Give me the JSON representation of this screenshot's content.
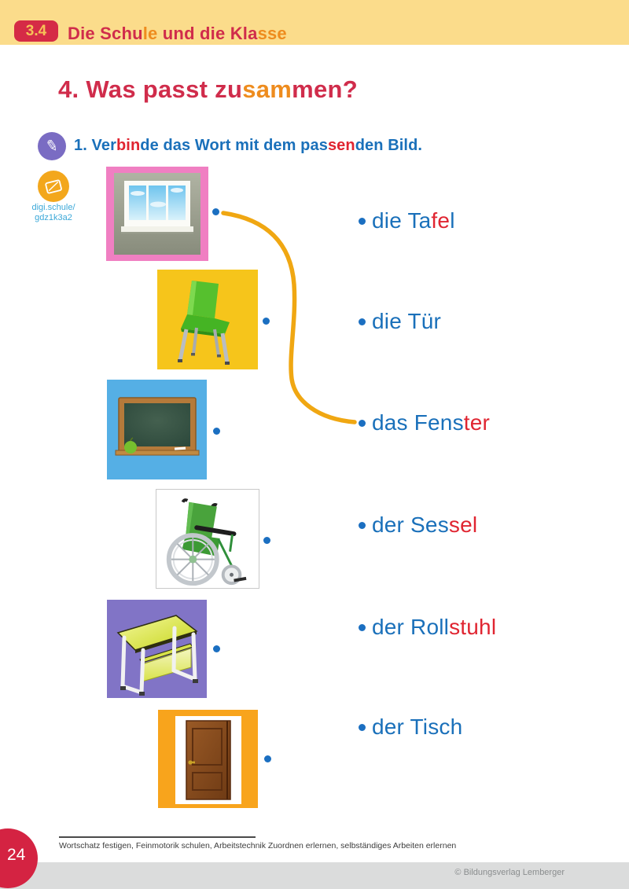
{
  "header": {
    "section_number": "3.4",
    "title_parts": [
      {
        "text": "Die Schu",
        "color": "crimson"
      },
      {
        "text": "le",
        "color": "orange"
      },
      {
        "text": " und die Kla",
        "color": "crimson"
      },
      {
        "text": "sse",
        "color": "orange"
      }
    ]
  },
  "main_title": {
    "parts": [
      {
        "text": "4. Was passt zu",
        "color": "crimson"
      },
      {
        "text": "sam",
        "color": "orange"
      },
      {
        "text": "men?",
        "color": "crimson"
      }
    ]
  },
  "instruction": {
    "icon": "pencil-icon",
    "parts": [
      {
        "text": "1. Ver",
        "color": "blue"
      },
      {
        "text": "bin",
        "color": "red"
      },
      {
        "text": "de das Wort mit dem pas",
        "color": "blue"
      },
      {
        "text": "sen",
        "color": "red"
      },
      {
        "text": "den Bild.",
        "color": "blue"
      }
    ]
  },
  "digi_link": {
    "icon": "tablet-icon",
    "line1": "digi.schule/",
    "line2": "gdz1k3a2"
  },
  "matching": {
    "images": [
      {
        "name": "window-photo",
        "tile_color": "#f07fc2"
      },
      {
        "name": "green-chair-photo",
        "tile_color": "#f6c51b"
      },
      {
        "name": "blackboard-photo",
        "tile_color": "#55afe5"
      },
      {
        "name": "wheelchair-photo",
        "tile_color": "#ffffff"
      },
      {
        "name": "desk-photo",
        "tile_color": "#8174c6"
      },
      {
        "name": "door-photo",
        "tile_color": "#f8a41c"
      }
    ],
    "words": [
      {
        "segments": [
          {
            "text": "die Ta",
            "color": "blue"
          },
          {
            "text": "fe",
            "color": "red"
          },
          {
            "text": "l",
            "color": "blue"
          }
        ]
      },
      {
        "segments": [
          {
            "text": "die Tür",
            "color": "blue"
          }
        ]
      },
      {
        "segments": [
          {
            "text": "das Fens",
            "color": "blue"
          },
          {
            "text": "ter",
            "color": "red"
          }
        ]
      },
      {
        "segments": [
          {
            "text": "der Ses",
            "color": "blue"
          },
          {
            "text": "sel",
            "color": "red"
          }
        ]
      },
      {
        "segments": [
          {
            "text": "der Roll",
            "color": "blue"
          },
          {
            "text": "stuhl",
            "color": "red"
          }
        ]
      },
      {
        "segments": [
          {
            "text": "der Tisch",
            "color": "blue"
          }
        ]
      }
    ],
    "drawn_connection": {
      "from_image": "window-photo",
      "to_word": "das Fenster",
      "line_color": "#f0a712"
    }
  },
  "footer": {
    "skills_note": "Wortschatz festigen, Feinmotorik schulen, Arbeitstechnik Zuordnen erlernen, selbständiges Arbeiten erlernen",
    "page_number": "24",
    "copyright": "© Bildungsverlag Lemberger"
  },
  "colors": {
    "header_bar": "#fbdc8b",
    "crimson": "#d02c4b",
    "orange_text": "#ee8c1e",
    "blue_text": "#1a70ba",
    "red_text": "#e02531",
    "dot_blue": "#1b6fc1",
    "connector_orange": "#f0a712",
    "pencil_badge_purple": "#7a6cc3",
    "digi_badge_orange": "#f3a71c",
    "digi_text_blue": "#3ba8d8",
    "footer_bar_gray": "#dbdcdc",
    "page_badge_red": "#d42342"
  }
}
